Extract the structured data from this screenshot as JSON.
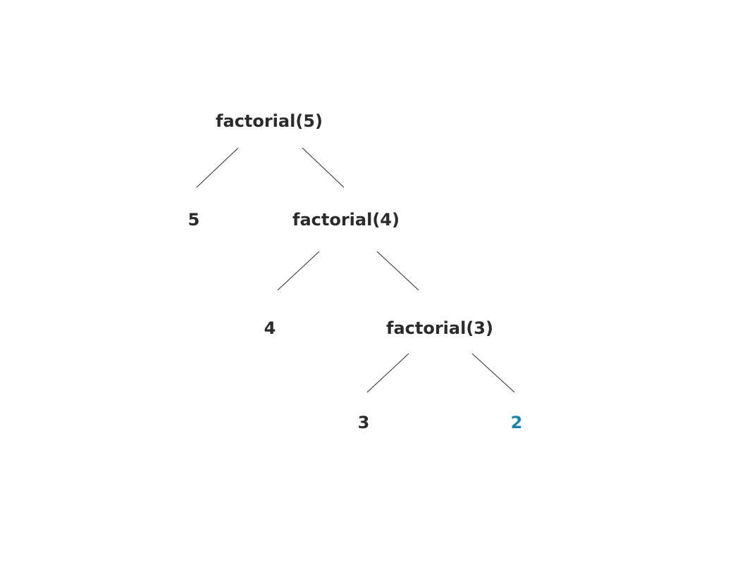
{
  "colors": {
    "text": "#2b2b2b",
    "highlight": "#1a86a8",
    "edge": "#2b2b2b"
  },
  "tree": {
    "nodes": [
      {
        "id": "n_f5",
        "label": "factorial(5)",
        "highlight": false
      },
      {
        "id": "n_5",
        "label": "5",
        "highlight": false
      },
      {
        "id": "n_f4",
        "label": "factorial(4)",
        "highlight": false
      },
      {
        "id": "n_4",
        "label": "4",
        "highlight": false
      },
      {
        "id": "n_f3",
        "label": "factorial(3)",
        "highlight": false
      },
      {
        "id": "n_3",
        "label": "3",
        "highlight": false
      },
      {
        "id": "n_2",
        "label": "2",
        "highlight": true
      }
    ],
    "edges": [
      {
        "from": "n_f5",
        "to": "n_5"
      },
      {
        "from": "n_f5",
        "to": "n_f4"
      },
      {
        "from": "n_f4",
        "to": "n_4"
      },
      {
        "from": "n_f4",
        "to": "n_f3"
      },
      {
        "from": "n_f3",
        "to": "n_3"
      },
      {
        "from": "n_f3",
        "to": "n_2"
      }
    ]
  }
}
